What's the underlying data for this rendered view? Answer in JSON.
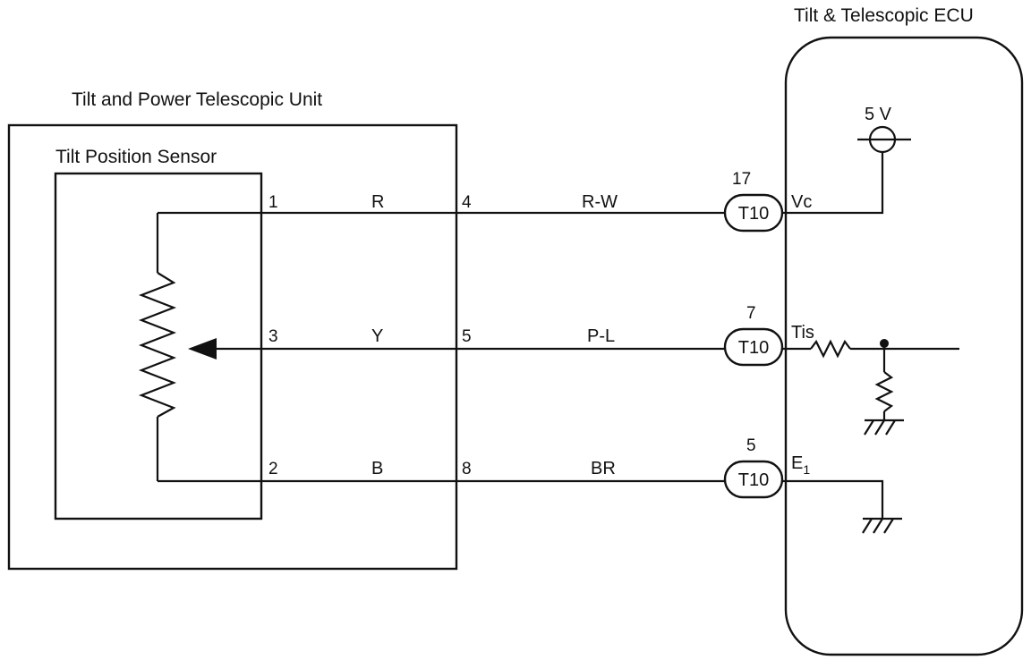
{
  "ecu": {
    "title": "Tilt & Telescopic ECU",
    "supply": "5 V",
    "term_vc": "Vc",
    "term_tis": "Tis",
    "term_e1": "E",
    "term_e1_sub": "1"
  },
  "unit": {
    "title": "Tilt and Power Telescopic Unit",
    "sensor_title": "Tilt Position Sensor",
    "sensor_pins": [
      "1",
      "3",
      "2"
    ],
    "inner_colors": [
      "R",
      "Y",
      "B"
    ],
    "unit_pins": [
      "4",
      "5",
      "8"
    ]
  },
  "wires": [
    {
      "color": "R-W",
      "connector": "T10",
      "pin": "17"
    },
    {
      "color": "P-L",
      "connector": "T10",
      "pin": "7"
    },
    {
      "color": "BR",
      "connector": "T10",
      "pin": "5"
    }
  ]
}
